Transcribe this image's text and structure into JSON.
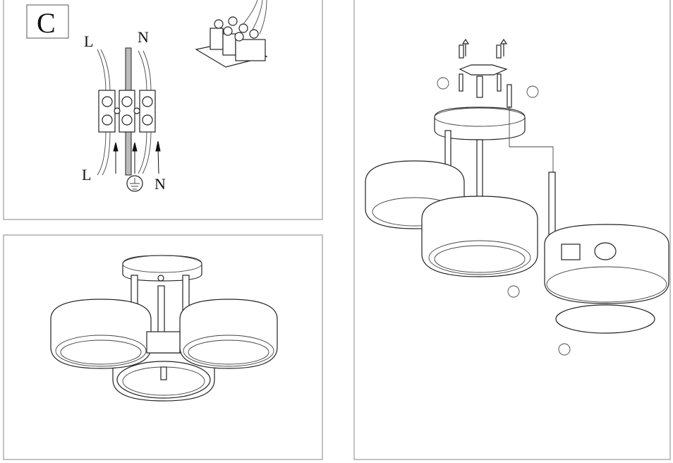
{
  "panels": {
    "wiring": {
      "step_label": "C",
      "wire_labels": {
        "live_top": "L",
        "neutral_top": "N",
        "live_bottom": "L",
        "neutral_bottom": "N"
      }
    },
    "assembled_view": {},
    "exploded_view": {}
  }
}
